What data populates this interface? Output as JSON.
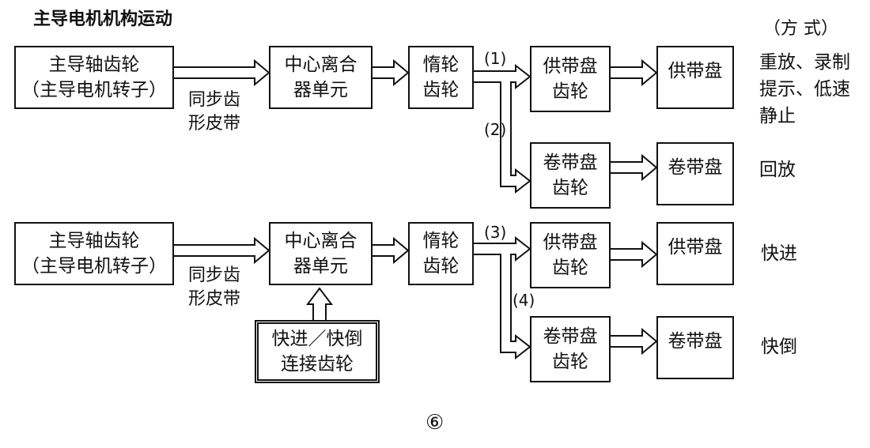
{
  "title": "主导电机机构运动",
  "mode_header": "（方 式）",
  "top": {
    "capstan": "主导轴齿轮\n（主导电机转子）",
    "belt": "同步齿\n形皮带",
    "clutch": "中心离合\n器单元",
    "idler": "惰轮\n齿轮",
    "path1": "(1)",
    "path2": "(2)",
    "supply_gear": "供带盘\n齿轮",
    "supply_reel": "供带盘",
    "takeup_gear": "卷带盘\n齿轮",
    "takeup_reel": "卷带盘",
    "mode_supply": "重放、录制\n提示、低速\n静止",
    "mode_takeup": "回放"
  },
  "bottom": {
    "capstan": "主导轴齿轮\n（主导电机转子）",
    "belt": "同步齿\n形皮带",
    "clutch": "中心离合\n器单元",
    "ff_gear": "快进／快倒\n连接齿轮",
    "idler": "惰轮\n齿轮",
    "path3": "(3)",
    "path4": "(4)",
    "supply_gear": "供带盘\n齿轮",
    "supply_reel": "供带盘",
    "takeup_gear": "卷带盘\n齿轮",
    "takeup_reel": "卷带盘",
    "mode_supply": "快进",
    "mode_takeup": "快倒"
  },
  "figure_number": "⑥"
}
